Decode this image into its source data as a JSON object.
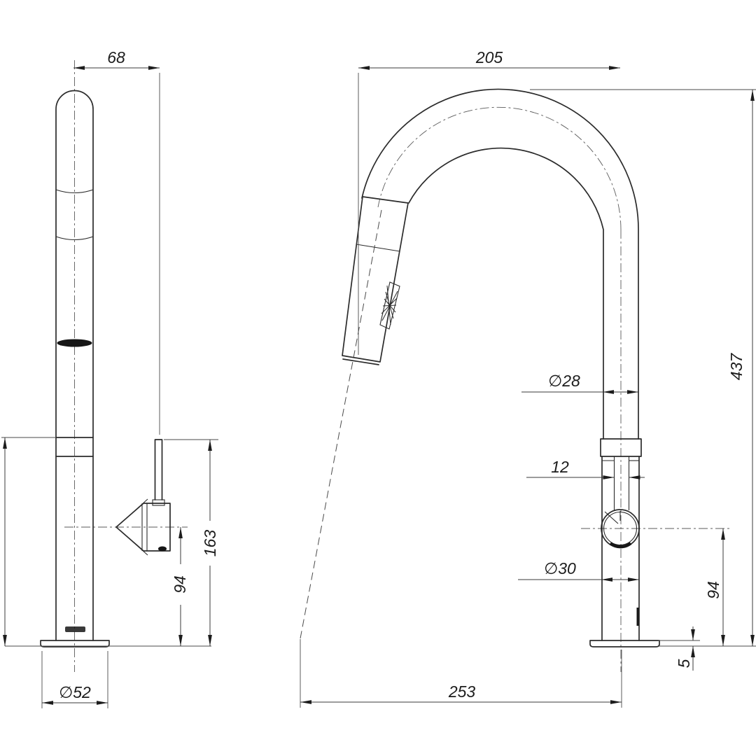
{
  "drawing": {
    "type": "technical-dimension-drawing",
    "subject": "pull-out gooseneck sink mixer tap, two orthographic views",
    "views": [
      "side-view",
      "front-view"
    ],
    "units_implied": "mm",
    "line_color": "#2b2b2b",
    "background": "#ffffff"
  },
  "dims": {
    "side_spout_to_lever": "68",
    "side_lever_top_height": "163",
    "side_handle_height": "94",
    "side_base_diameter": "∅52",
    "front_reach": "205",
    "front_overall_height": "437",
    "front_pipe_diameter": "∅28",
    "front_lever_width": "12",
    "front_body_diameter": "∅30",
    "front_handle_height": "94",
    "front_plate_thickness": "5",
    "front_outlet_reach": "253"
  }
}
